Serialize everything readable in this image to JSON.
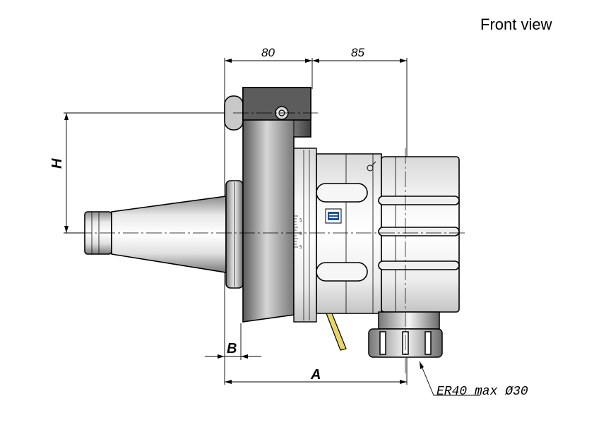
{
  "title": "Front view",
  "dimensions": {
    "width_left": "80",
    "width_right": "85",
    "height_label": "H",
    "flange_label": "B",
    "overall_label": "A"
  },
  "callout": "ER40 max Ø30",
  "scale_marks": {
    "top": "5",
    "middle": "0",
    "bottom": "5"
  },
  "colors": {
    "line": "#000000",
    "metal_light": "#f2f2f2",
    "metal_mid": "#a8a8a8",
    "metal_dark": "#4a4a4a",
    "coolant_pipe": "#e8d66a",
    "logo_blue": "#1f4f9a"
  }
}
